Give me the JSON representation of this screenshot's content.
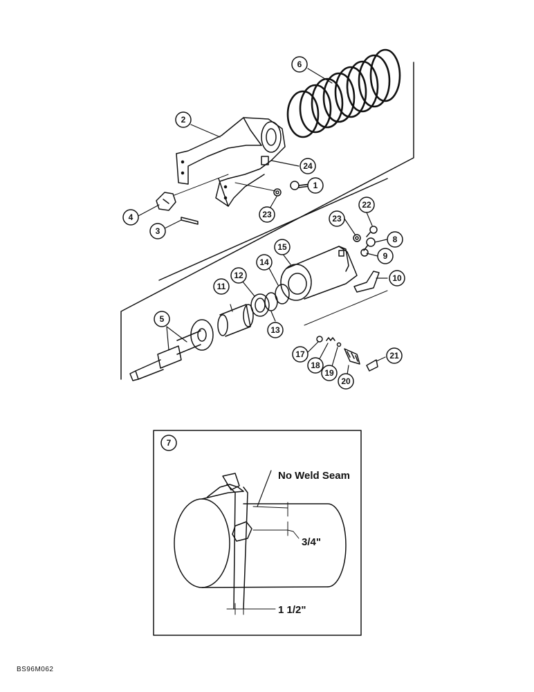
{
  "callouts": {
    "c1": "1",
    "c2": "2",
    "c3": "3",
    "c4": "4",
    "c5": "5",
    "c6": "6",
    "c7": "7",
    "c8": "8",
    "c9": "9",
    "c10": "10",
    "c11": "11",
    "c12": "12",
    "c13": "13",
    "c14": "14",
    "c15": "15",
    "c17": "17",
    "c18": "18",
    "c19": "19",
    "c20": "20",
    "c21": "21",
    "c22": "22",
    "c23a": "23",
    "c23b": "23",
    "c24": "24"
  },
  "inset": {
    "weld_label": "No Weld Seam",
    "dim_small": "3/4\"",
    "dim_large": "1 1/2\""
  },
  "drawing_code": "BS96M062",
  "colors": {
    "ink": "#111111",
    "paper": "#ffffff"
  }
}
